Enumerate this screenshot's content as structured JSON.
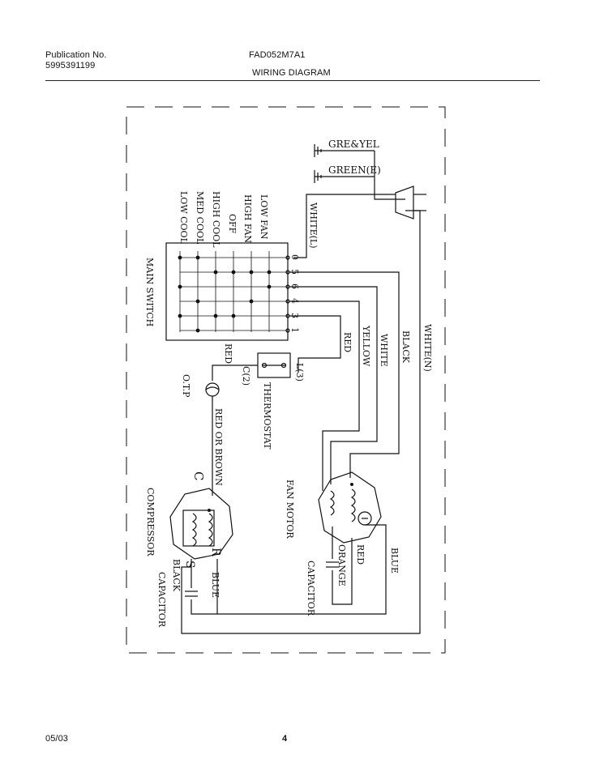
{
  "header": {
    "publication_label": "Publication No.",
    "publication_number": "5995391199",
    "model": "FAD052M7A1",
    "title": "WIRING DIAGRAM"
  },
  "footer": {
    "date": "05/03",
    "page": "4"
  },
  "diagram": {
    "ground_labels": [
      "GRE&YEL",
      "GREEN(E)"
    ],
    "switch": {
      "label": "MAIN SWITCH",
      "positions": [
        "LOW FAN",
        "HIGH FAN",
        "OFF",
        "HIGH COOL",
        "MED COOL",
        "LOW COOL"
      ],
      "terminals": [
        "0",
        "5",
        "6",
        "4",
        "3",
        "1"
      ]
    },
    "thermostat": {
      "label": "THERMOSTAT",
      "terminal_l": "L(3)",
      "terminal_c": "C(2)"
    },
    "otp": "O.T.P",
    "fan_motor": "FAN MOTOR",
    "compressor": {
      "label": "COMPRESSOR",
      "terminal_c": "C",
      "terminal_s": "S",
      "terminal_r": "R"
    },
    "capacitor_compressor": "CAPACITOR",
    "capacitor_fan": "CAPACITOR",
    "wires": {
      "white_l": "WHITE(L)",
      "white_n": "WHITE(N)",
      "black": "BLACK",
      "white": "WHITE",
      "yellow": "YELLOW",
      "red_switch": "RED",
      "red_thermo": "RED",
      "red_or_brown": "RED OR BROWN",
      "orange": "ORANGE",
      "red_fan": "RED",
      "blue_fan": "BLUE",
      "black_comp": "BLACK",
      "blue_comp": "BLUE"
    }
  }
}
